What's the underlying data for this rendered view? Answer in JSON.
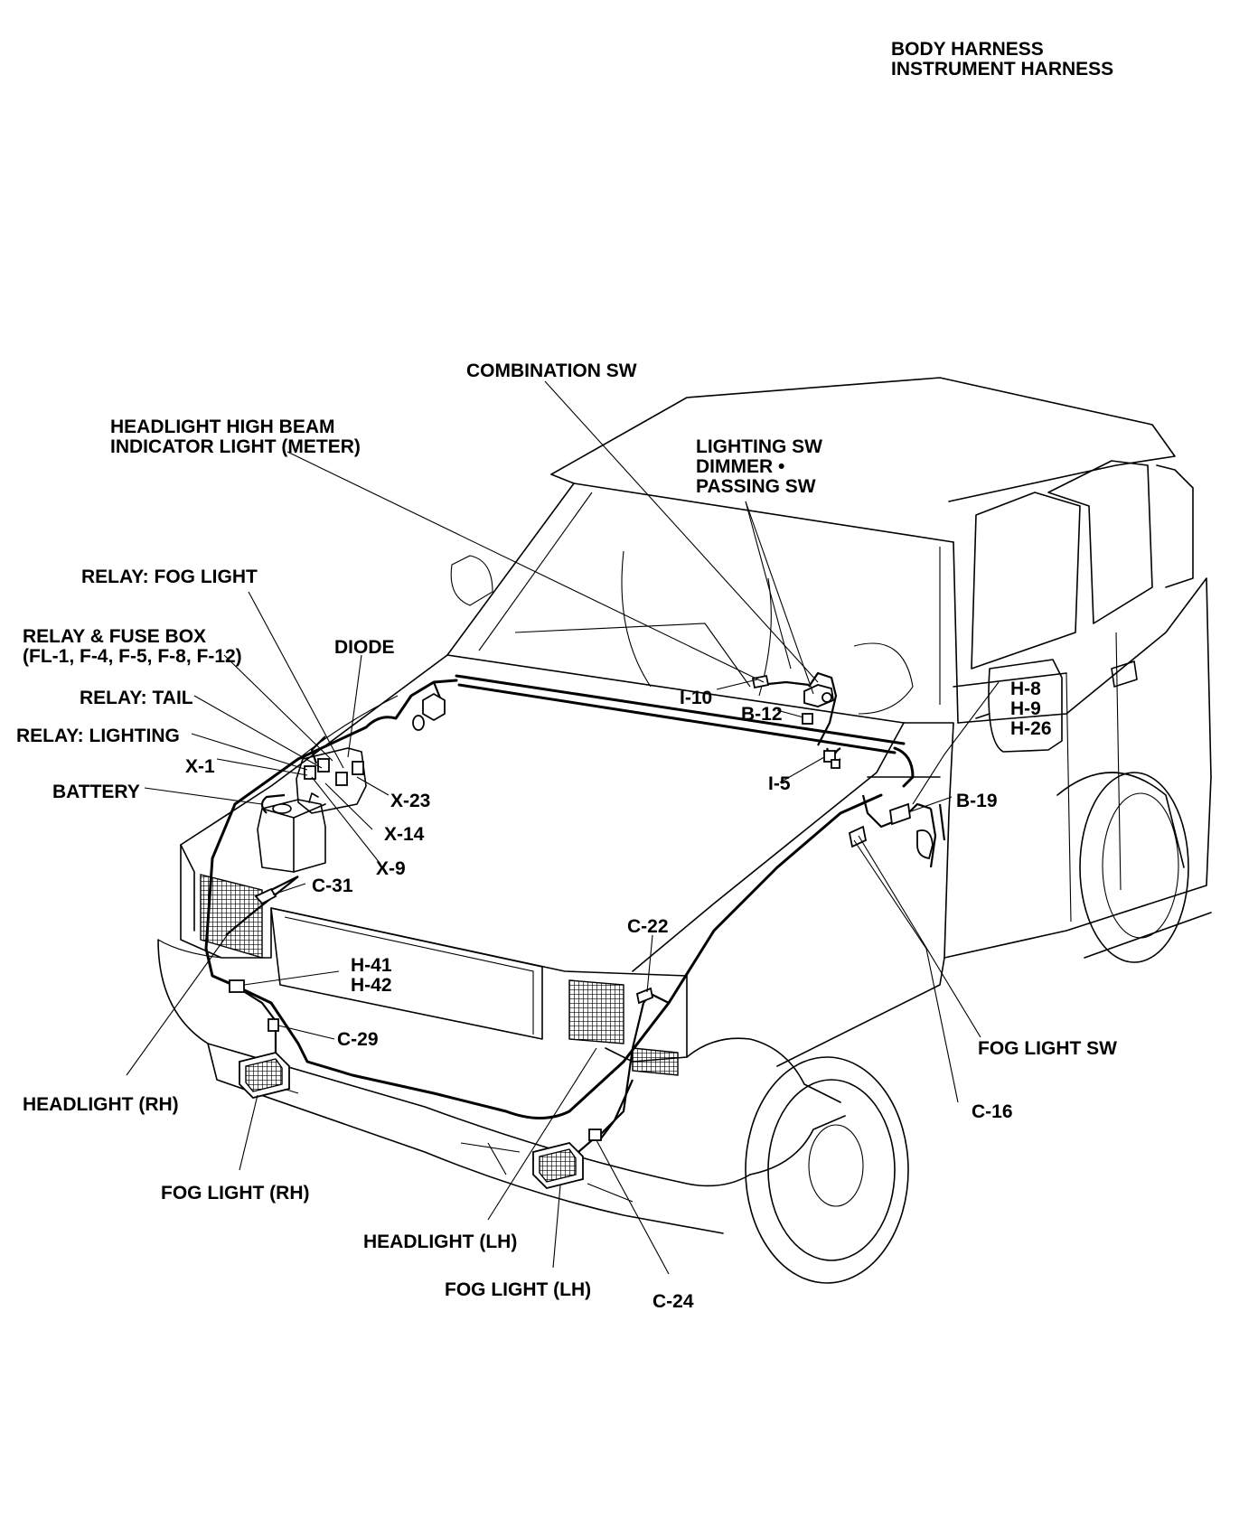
{
  "header": {
    "line1": "BODY HARNESS",
    "line2": "INSTRUMENT HARNESS"
  },
  "labels": {
    "combination_sw": "COMBINATION SW",
    "headlight_high_beam_1": "HEADLIGHT HIGH BEAM",
    "headlight_high_beam_2": "INDICATOR LIGHT (METER)",
    "lighting_sw_1": "LIGHTING SW",
    "lighting_sw_2": "DIMMER •",
    "lighting_sw_3": "PASSING SW",
    "relay_fog_light": "RELAY: FOG LIGHT",
    "relay_fuse_box_1": "RELAY & FUSE BOX",
    "relay_fuse_box_2": "(FL-1, F-4, F-5, F-8, F-12)",
    "diode": "DIODE",
    "relay_tail": "RELAY: TAIL",
    "relay_lighting": "RELAY: LIGHTING",
    "x1": "X-1",
    "battery": "BATTERY",
    "x23": "X-23",
    "x14": "X-14",
    "x9": "X-9",
    "c31": "C-31",
    "i10": "I-10",
    "b12": "B-12",
    "i5": "I-5",
    "h8": "H-8",
    "h9": "H-9",
    "h26": "H-26",
    "b19": "B-19",
    "c22": "C-22",
    "h41": "H-41",
    "h42": "H-42",
    "c29": "C-29",
    "headlight_rh": "HEADLIGHT (RH)",
    "fog_light_rh": "FOG LIGHT (RH)",
    "headlight_lh": "HEADLIGHT (LH)",
    "fog_light_lh": "FOG LIGHT (LH)",
    "c24": "C-24",
    "fog_light_sw": "FOG LIGHT SW",
    "c16": "C-16"
  }
}
